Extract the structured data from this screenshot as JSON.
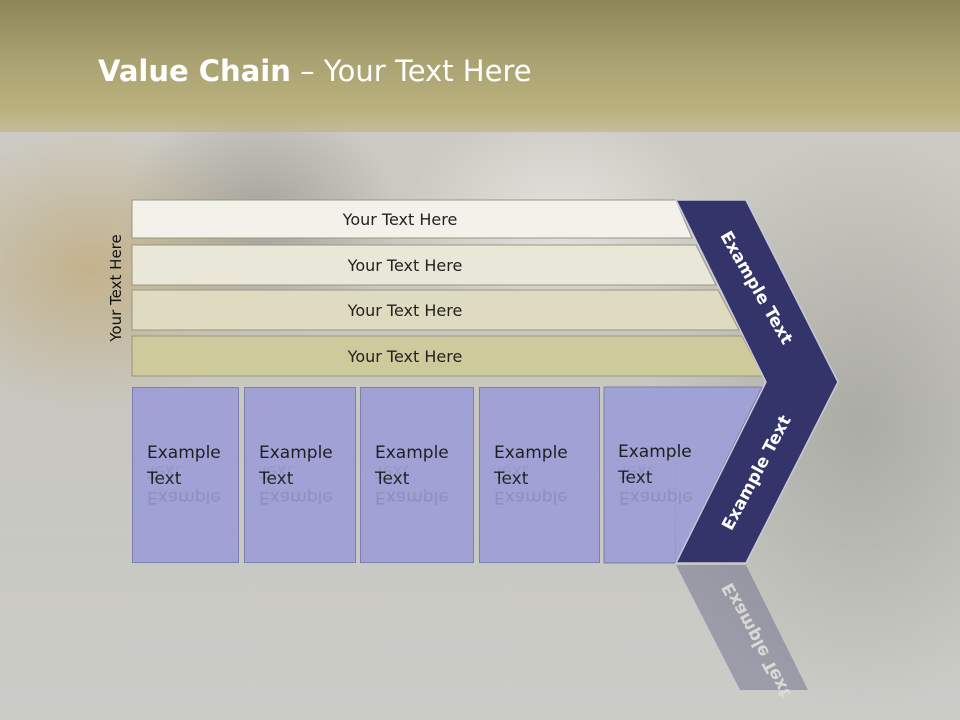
{
  "title": {
    "bold": "Value Chain",
    "rest": " – Your Text Here"
  },
  "side_label": "Your Text Here",
  "bars": [
    {
      "label": "Your Text Here",
      "color": "#f2f1ea"
    },
    {
      "label": "Your Text Here",
      "color": "#e9e7d7"
    },
    {
      "label": "Your Text Here",
      "color": "#dedbc0"
    },
    {
      "label": "Your Text Here",
      "color": "#cfca9c"
    }
  ],
  "boxes": [
    {
      "label": "Example\nText"
    },
    {
      "label": "Example\nText"
    },
    {
      "label": "Example\nText"
    },
    {
      "label": "Example\nText"
    },
    {
      "label": "Example\nText"
    }
  ],
  "chevron": {
    "upper_label": "Example Text",
    "lower_label": "Example Text",
    "color": "#33356a"
  },
  "colors": {
    "box": "#a0a1d4",
    "title_band": "#a9a170"
  }
}
